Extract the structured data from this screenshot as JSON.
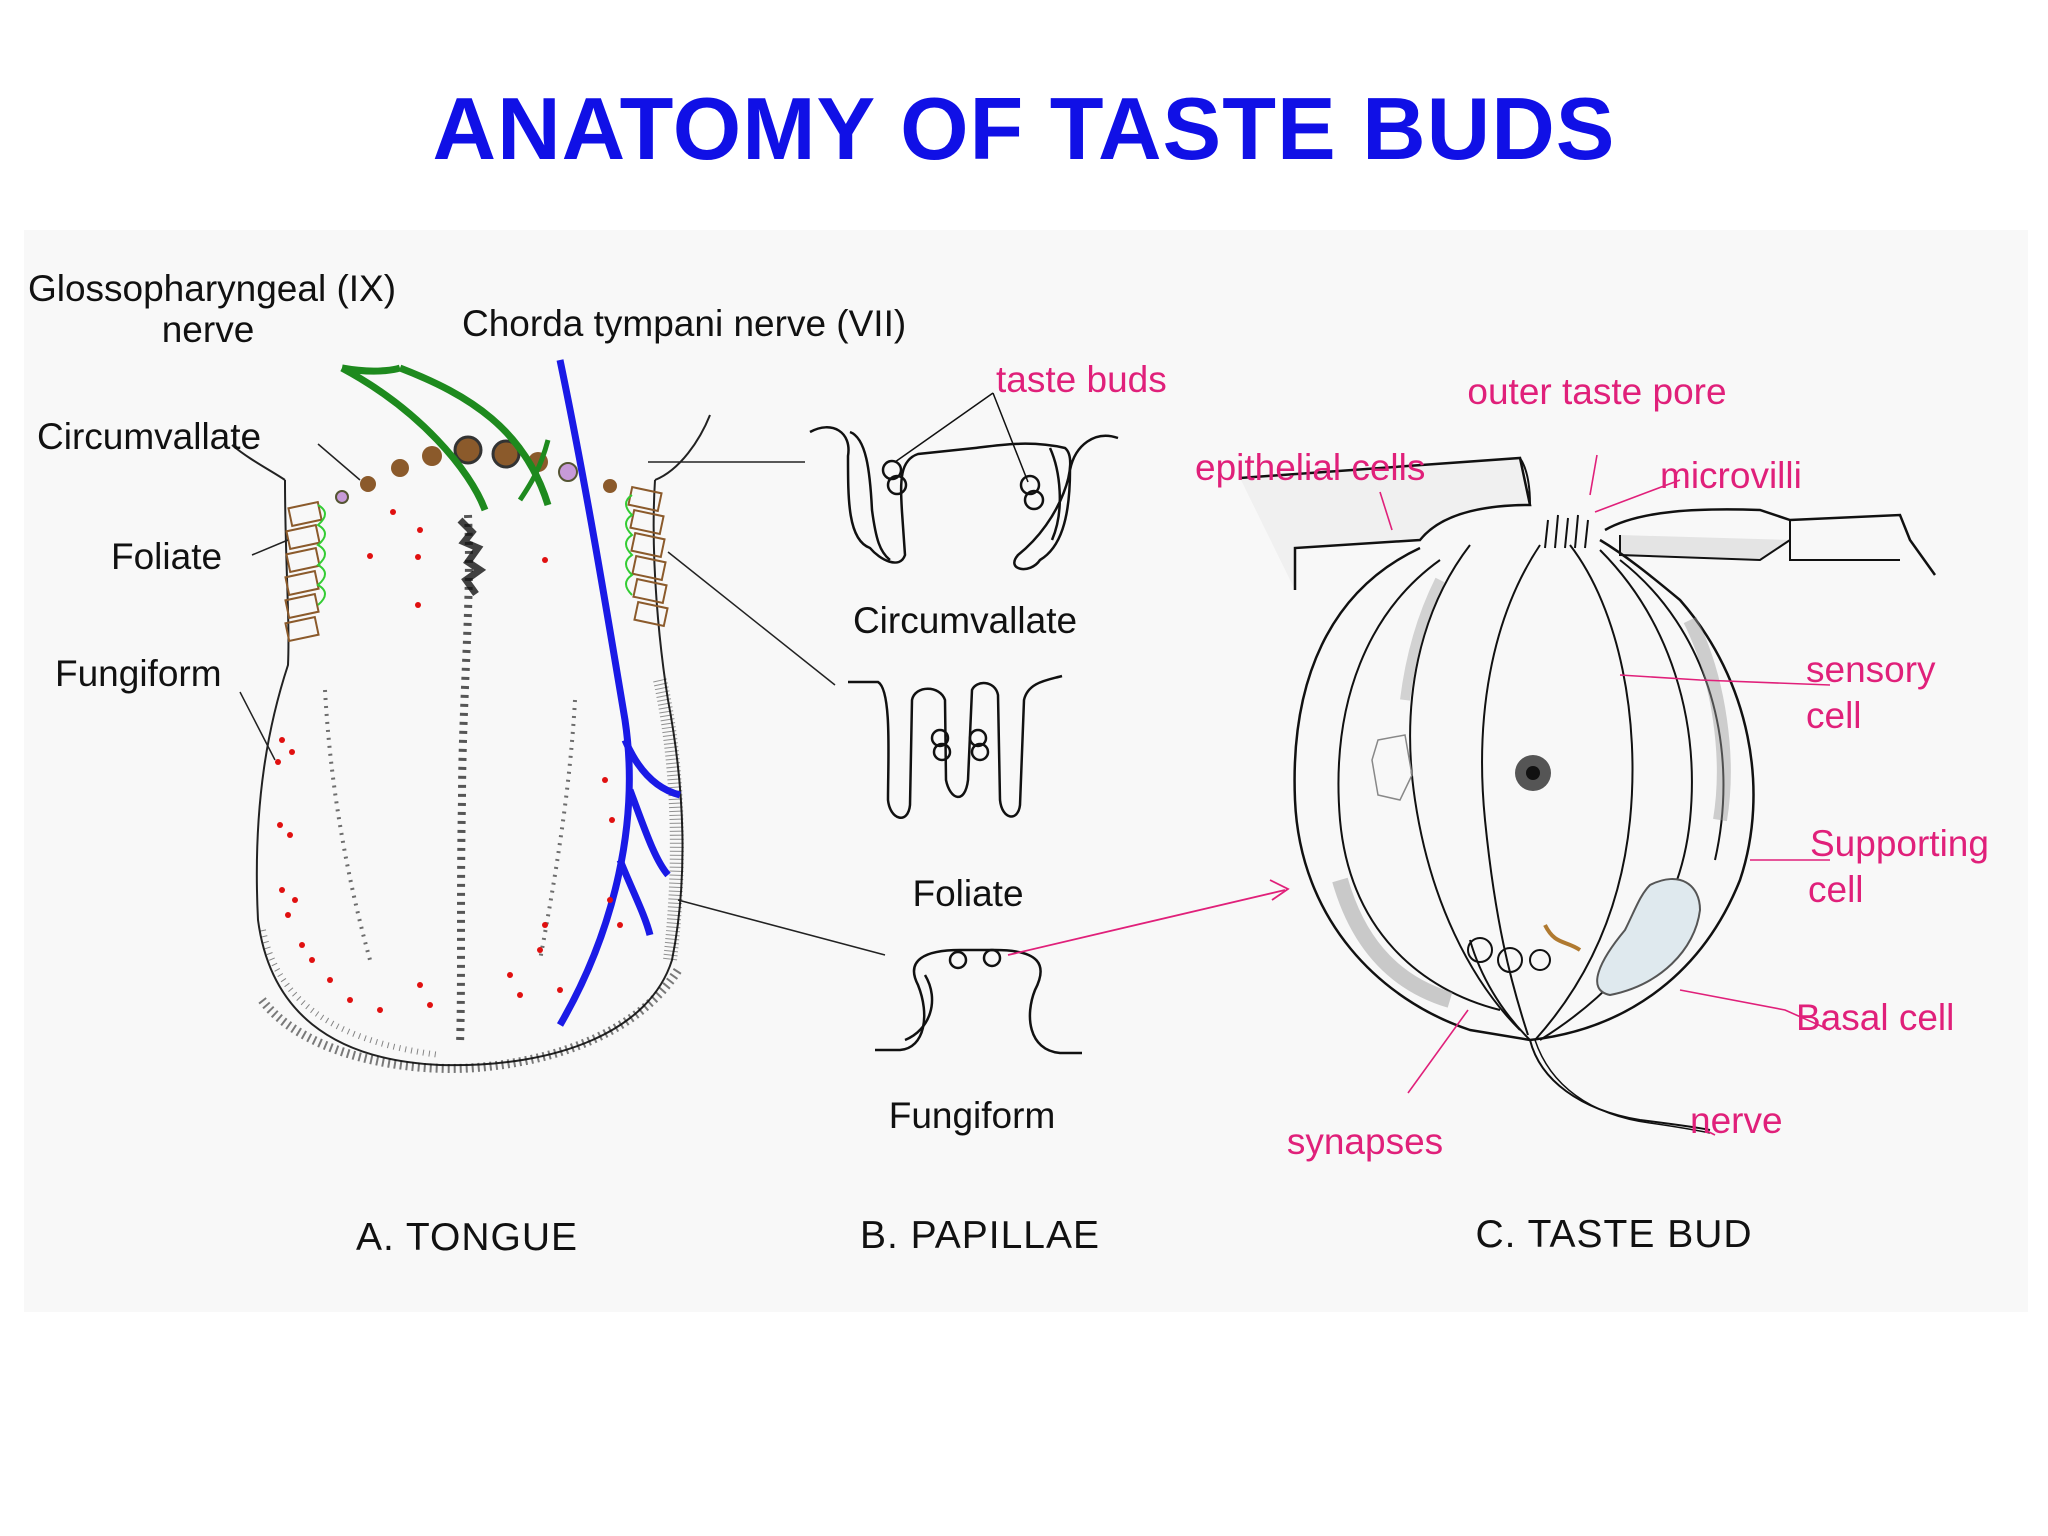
{
  "title": "ANATOMY OF TASTE BUDS",
  "colors": {
    "title": "#1010e6",
    "glossopharyngeal_nerve": "#1e8a1e",
    "chorda_tympani_nerve": "#1a1ae6",
    "label_pink": "#e0207a",
    "fungiform_dots": "#e01010"
  },
  "panel_a": {
    "caption": "A.  TONGUE",
    "glossopharyngeal_line1": "Glossopharyngeal (IX)",
    "glossopharyngeal_line2": "nerve",
    "chorda_tympani": "Chorda tympani nerve (VII)",
    "circumvallate": "Circumvallate",
    "foliate": "Foliate",
    "fungiform": "Fungiform"
  },
  "panel_b": {
    "caption": "B. PAPILLAE",
    "taste_buds": "taste buds",
    "circumvallate": "Circumvallate",
    "foliate": "Foliate",
    "fungiform": "Fungiform"
  },
  "panel_c": {
    "caption": "C. TASTE BUD",
    "outer_taste_pore": "outer taste pore",
    "epithelial_cells": "epithelial cells",
    "microvilli": "microvilli",
    "sensory_cell_line1": "sensory",
    "sensory_cell_line2": "cell",
    "supporting_cell_line1": "Supporting",
    "supporting_cell_line2": "cell",
    "basal_cell": "Basal cell",
    "nerve": "nerve",
    "synapses": "synapses"
  }
}
